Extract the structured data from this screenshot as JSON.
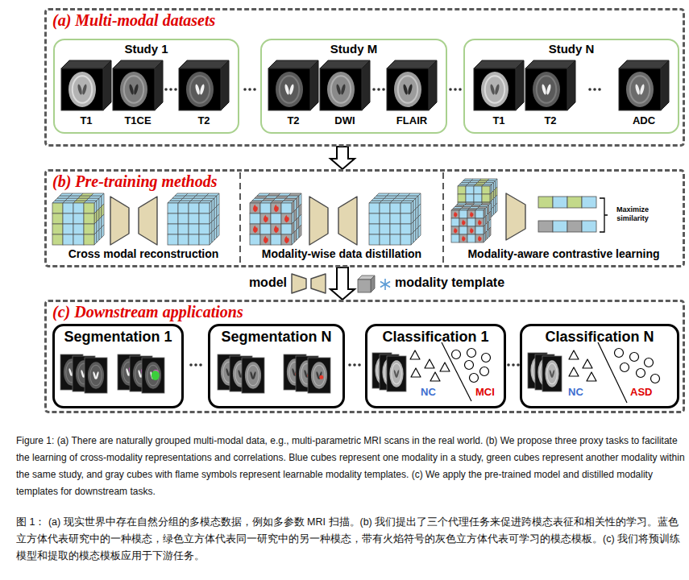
{
  "diagram": {
    "caption": "Figure 1: (a) There are naturally grouped multi-modal data, e.g., multi-parametric MRI scans in the real world. (b) We propose three proxy tasks to facilitate the learning of cross-modality representations and correlations. Blue cubes represent one modality in a study, green cubes represent another modality within the same study, and gray cubes with flame symbols represent learnable modality templates. (c) We apply the pre-trained model and distilled modality templates for downstream tasks.",
    "nodes": [
      {
        "text": [
          "(a) Multi-modal datasets"
        ]
      },
      {
        "text": [
          "Study 1"
        ],
        "in": 0
      },
      {
        "text": [
          "T1"
        ],
        "in": 1
      },
      {
        "text": [
          "T1CE"
        ],
        "in": 1
      },
      {
        "text": [
          "T2"
        ],
        "in": 1
      },
      {
        "text": [
          "Study M"
        ],
        "in": 0
      },
      {
        "text": [
          "T2"
        ],
        "in": 5
      },
      {
        "text": [
          "DWI"
        ],
        "in": 5
      },
      {
        "text": [
          "FLAIR"
        ],
        "in": 5
      },
      {
        "text": [
          "Study N"
        ],
        "in": 0
      },
      {
        "text": [
          "T1"
        ],
        "in": 9
      },
      {
        "text": [
          "T2"
        ],
        "in": 9
      },
      {
        "text": [
          "ADC"
        ],
        "in": 9
      },
      {
        "text": [
          "(b) Pre-training methods"
        ]
      },
      {
        "text": [
          "Cross modal reconstruction"
        ],
        "in": 13
      },
      {
        "text": [
          "Modality-wise data distillation"
        ],
        "in": 13
      },
      {
        "text": [
          "Modality-aware contrastive learning"
        ],
        "in": 13
      },
      {
        "text": [
          "(c) Downstream applications"
        ]
      },
      {
        "text": [
          "Segmentation 1"
        ],
        "in": 17
      },
      {
        "text": [
          "Segmentation N"
        ],
        "in": 17
      },
      {
        "text": [
          "Classification 1",
          "NC",
          "MCI"
        ],
        "in": 17
      },
      {
        "text": [
          "Classification N",
          "NC",
          "ASD"
        ],
        "in": 17
      }
    ],
    "edges": [
      {
        "from": 0,
        "to": 13,
        "arrow": "to"
      },
      {
        "from": 13,
        "to": 17,
        "arrow": "to"
      }
    ],
    "labels": [
      "Maximize similarity",
      "model",
      "modality template",
      "图 1： (a) 现实世界中存在自然分组的多模态数据，例如多参数 MRI 扫描。(b) 我们提出了三个代理任务来促进跨模态表征和相关性的学习。蓝色立方体代表研究中的一种模态，绿色立方体代表同一研究中的另一种模态，带有火焰符号的灰色立方体代表可学习的模态模板。(c) 我们将预训练模型和提取的模态模板应用于下游任务。"
    ]
  }
}
